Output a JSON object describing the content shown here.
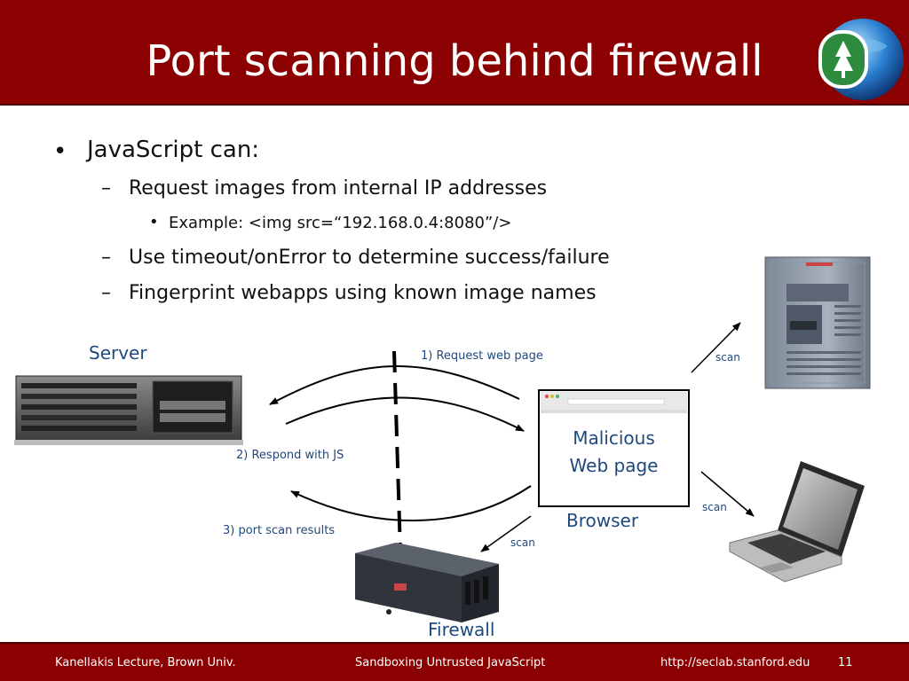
{
  "slide": {
    "title": "Port scanning behind firewall",
    "bullet1": "JavaScript can:",
    "sub1": "Request images from internal IP addresses",
    "sub1_example": "Example:  <img src=“192.168.0.4:8080”/>",
    "sub2": "Use timeout/onError to determine success/failure",
    "sub3": "Fingerprint webapps using known image names",
    "bullet_dot": "•",
    "dash": "–"
  },
  "diagram": {
    "server_label": "Server",
    "step1": "1) Request web page",
    "step2": "2) Respond with JS",
    "step3": "3) port scan results",
    "malicious_line1": "Malicious",
    "malicious_line2": "Web page",
    "browser_label": "Browser",
    "firewall_label": "Firewall",
    "scan": "scan"
  },
  "footer": {
    "left": "Kanellakis Lecture, Brown Univ.",
    "center": "Sandboxing Untrusted JavaScript",
    "url": "http://seclab.stanford.edu",
    "page": "11"
  },
  "colors": {
    "title_bar": "#8b0000",
    "label_blue": "#1f497d"
  }
}
